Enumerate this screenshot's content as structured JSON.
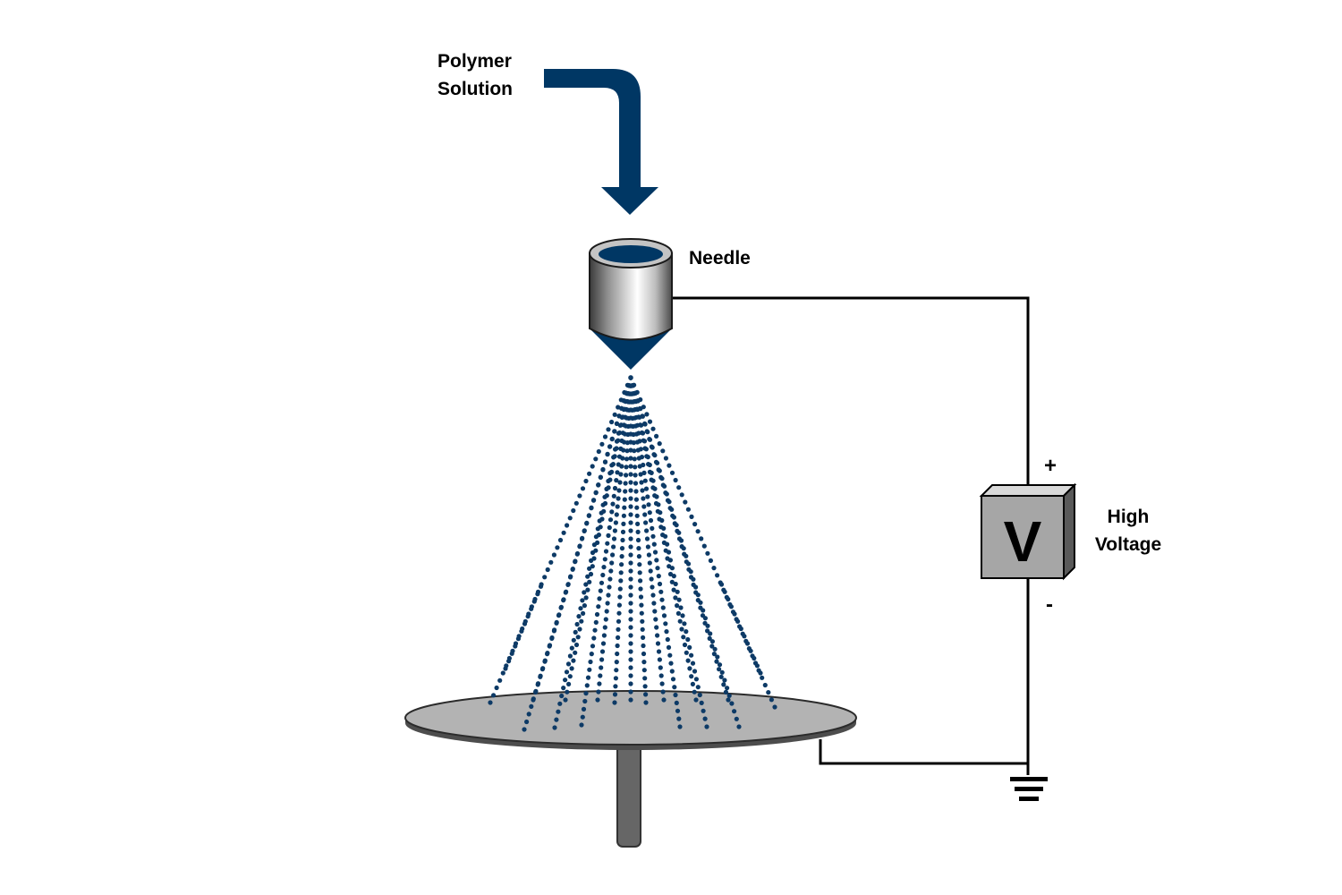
{
  "labels": {
    "polymer_solution_line1": "Polymer",
    "polymer_solution_line2": "Solution",
    "needle": "Needle",
    "high_voltage_line1": "High",
    "high_voltage_line2": "Voltage",
    "voltage_symbol": "V",
    "plus_sign": "+",
    "minus_sign": "-"
  },
  "colors": {
    "solution_navy": "#003764",
    "spray_dot": "#0d3a66",
    "collector_fill": "#b3b3b3",
    "stand_fill": "#666666",
    "box_front": "#a6a6a6",
    "box_top": "#d9d9d9",
    "box_side": "#595959",
    "wire": "#000000"
  },
  "icons": {
    "ground": "ground-symbol-icon",
    "arrow": "down-arrow-icon"
  }
}
